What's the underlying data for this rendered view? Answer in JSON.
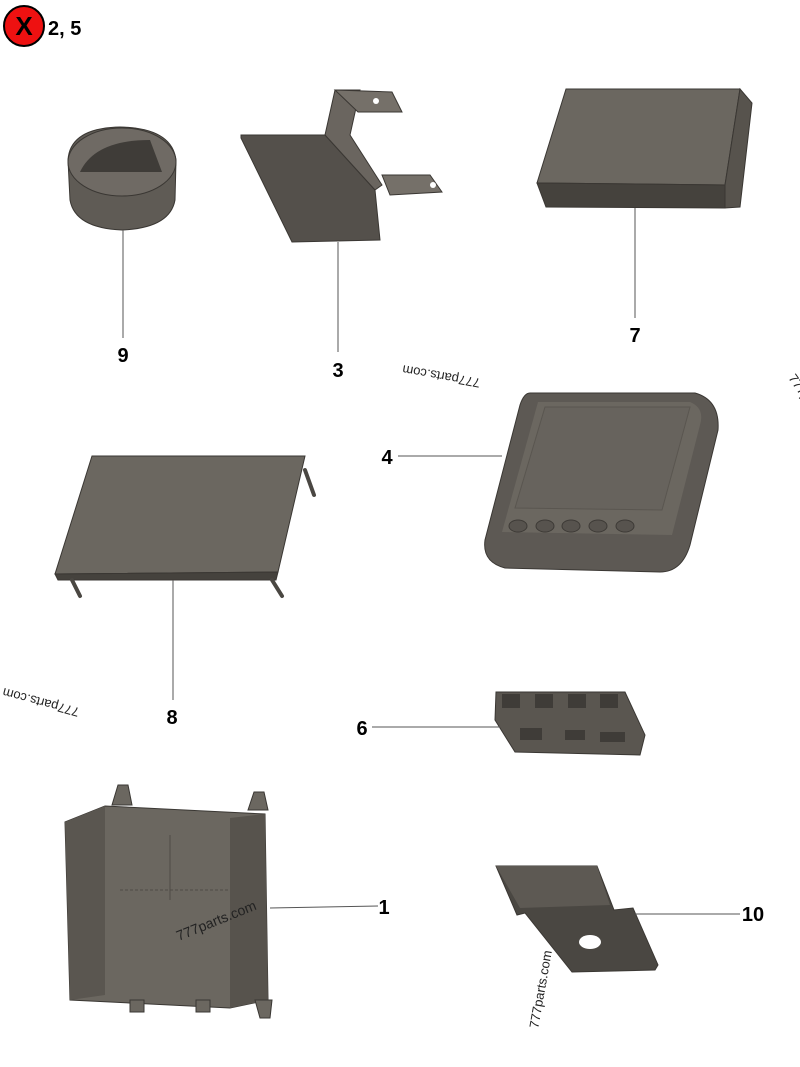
{
  "header": {
    "badge_icon": "x-circle-icon",
    "badge_letter": "X",
    "badge_color": "#ee1111",
    "excluded_items": "2, 5"
  },
  "parts": [
    {
      "number": "9",
      "shape": "round-cap"
    },
    {
      "number": "3",
      "shape": "bracket"
    },
    {
      "number": "7",
      "shape": "rectangular-block"
    },
    {
      "number": "4",
      "shape": "display-unit"
    },
    {
      "number": "8",
      "shape": "plate-with-legs"
    },
    {
      "number": "6",
      "shape": "connector-block"
    },
    {
      "number": "1",
      "shape": "control-box"
    },
    {
      "number": "10",
      "shape": "bent-plate"
    }
  ],
  "watermark": "777parts.com",
  "colors": {
    "part_fill": "#6b6760",
    "part_dark": "#4a4742",
    "part_light": "#807b74"
  }
}
